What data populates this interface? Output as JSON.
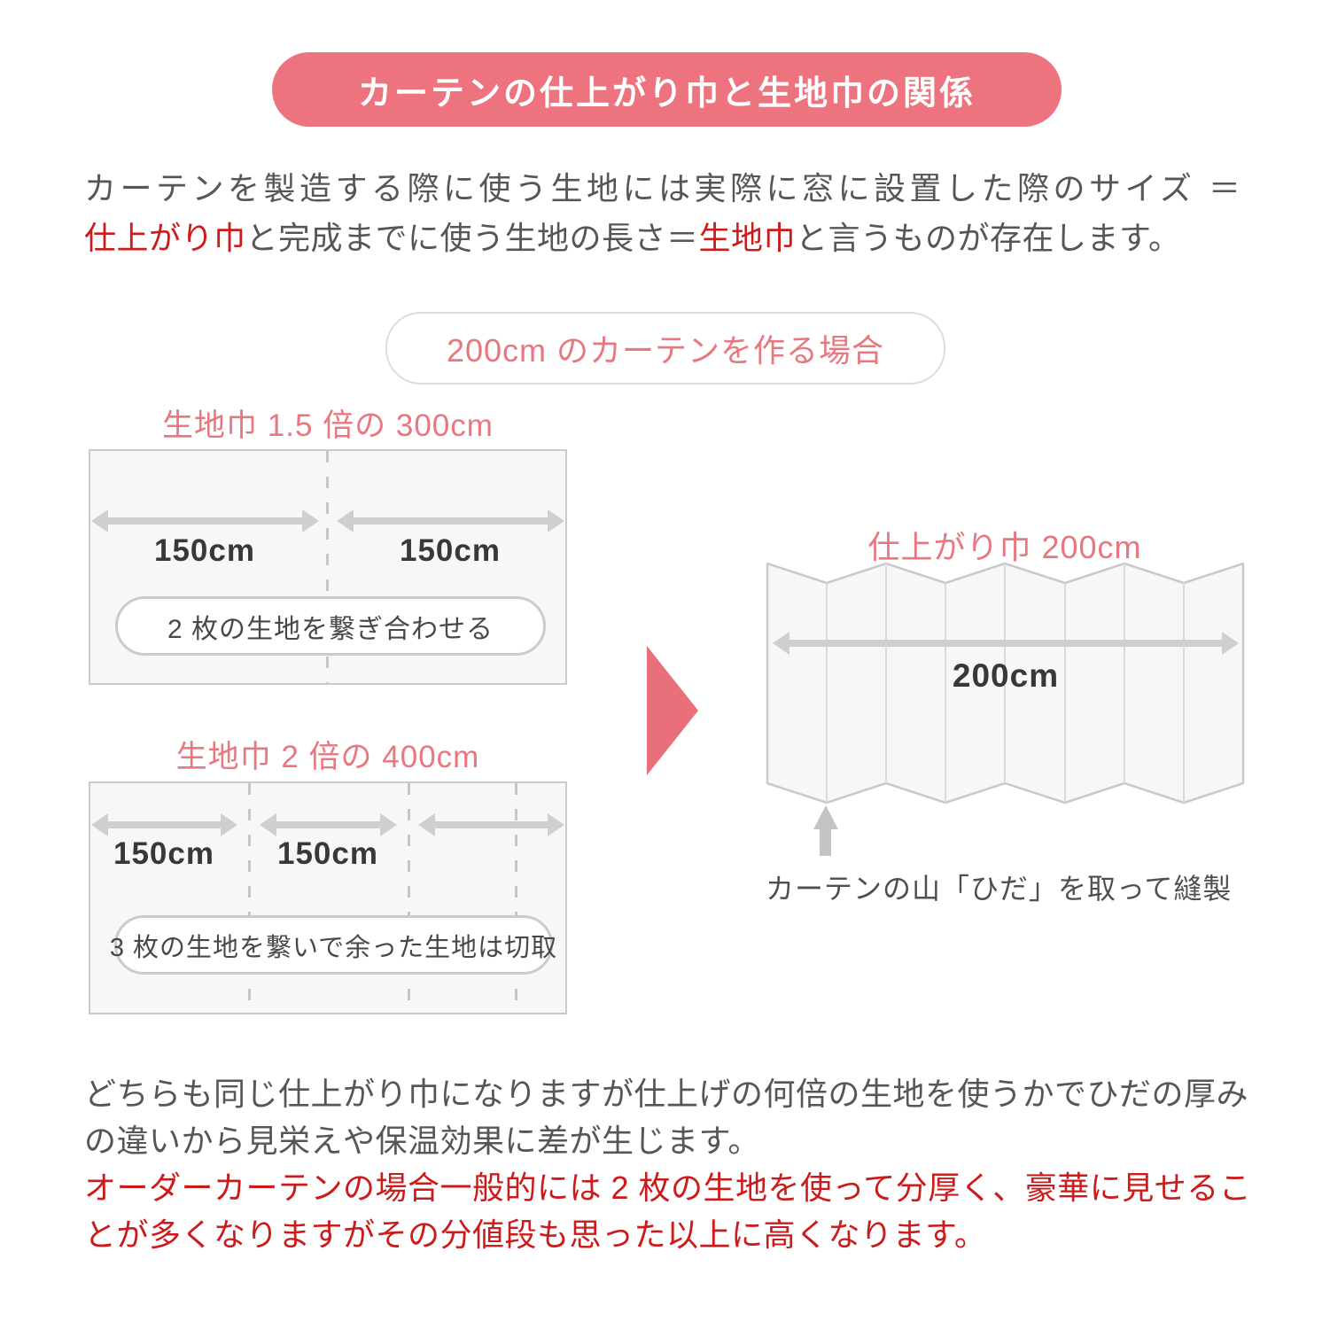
{
  "colors": {
    "accent_fill": "#ED747F",
    "accent_text": "#E87780",
    "flow_arrow": "#E9707A",
    "emphasis_red": "#CC1B1B",
    "body_text": "#565656",
    "measure_text": "#383838",
    "panel_fill": "#F7F7F7",
    "panel_border": "#CBCBCB",
    "measure_arrow": "#CFCFCF"
  },
  "title_banner": {
    "text": "カーテンの仕上がり巾と生地巾の関係"
  },
  "intro": {
    "line1": "カーテンを製造する際に使う生地には実際に窓に設置した際のサイズ ＝",
    "line2_red1": "仕上がり巾",
    "line2_mid": "と完成までに使う生地の長さ＝",
    "line2_red2": "生地巾",
    "line2_end": "と言うものが存在します。"
  },
  "case_pill": {
    "label": "200cm のカーテンを作る場合"
  },
  "diagram_300": {
    "title": "生地巾 1.5 倍の 300cm",
    "arrows": [
      {
        "label": "150cm"
      },
      {
        "label": "150cm"
      }
    ],
    "note": "2 枚の生地を繋ぎ合わせる"
  },
  "diagram_400": {
    "title": "生地巾 2 倍の 400cm",
    "arrows": [
      {
        "label": "150cm"
      },
      {
        "label": "150cm"
      },
      {
        "label": ""
      }
    ],
    "note": "3 枚の生地を繋いで余った生地は切取"
  },
  "result": {
    "title": "仕上がり巾 200cm",
    "width_label": "200cm",
    "caption": "カーテンの山「ひだ」を取って縫製"
  },
  "outro": {
    "line1": "どちらも同じ仕上がり巾になりますが仕上げの何倍の生地を使うかでひだの厚み",
    "line2": "の違いから見栄えや保温効果に差が生じます。",
    "line3": "オーダーカーテンの場合一般的には 2 枚の生地を使って分厚く、豪華に見せるこ",
    "line4": "とが多くなりますがその分値段も思った以上に高くなります。"
  }
}
